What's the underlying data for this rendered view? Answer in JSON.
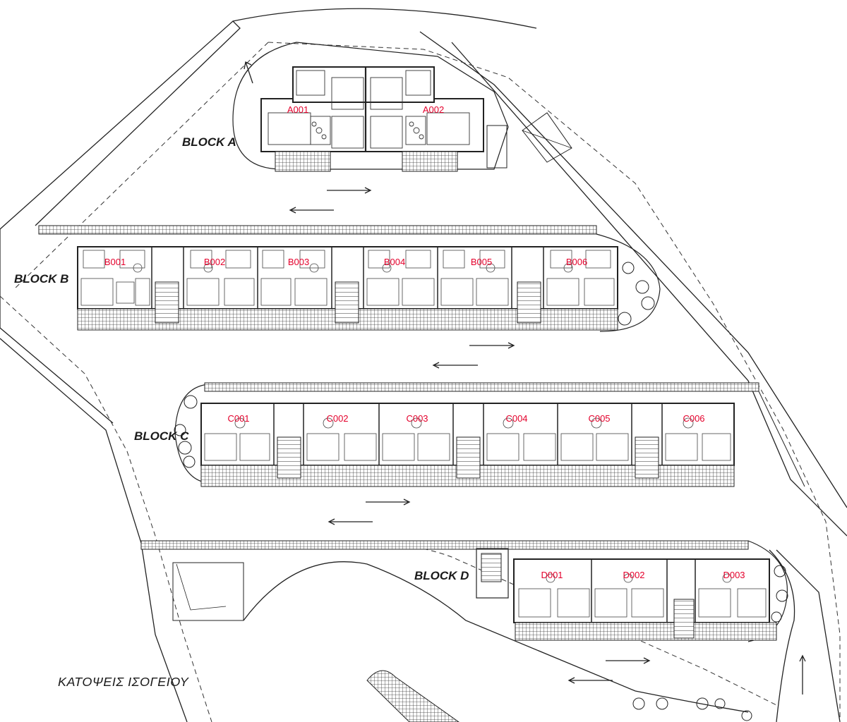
{
  "title": "ΚΑΤΟΨΕΙΣ ΙΣΟΓΕΙΟΥ",
  "blocks": {
    "a": {
      "label": "BLOCK A",
      "units": [
        "A001",
        "A002"
      ]
    },
    "b": {
      "label": "BLOCK B",
      "units": [
        "B001",
        "B002",
        "B003",
        "B004",
        "B005",
        "B006"
      ]
    },
    "c": {
      "label": "BLOCK C",
      "units": [
        "C001",
        "C002",
        "C003",
        "C004",
        "C005",
        "C006"
      ]
    },
    "d": {
      "label": "BLOCK D",
      "units": [
        "D001",
        "D002",
        "D003"
      ]
    }
  },
  "colors": {
    "unit_label": "#e4002b",
    "line": "#222222",
    "hatch": "#333333"
  }
}
